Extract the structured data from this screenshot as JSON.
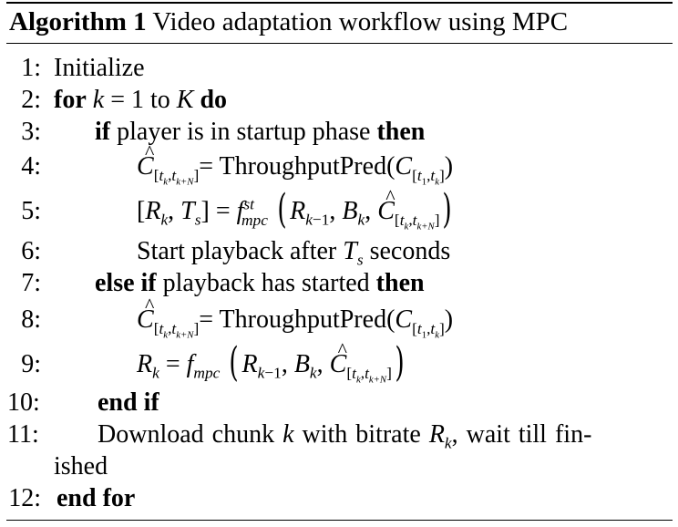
{
  "title": {
    "label": "Algorithm 1",
    "text": "Video adaptation workflow using MPC"
  },
  "lines": [
    {
      "num": "1:"
    },
    {
      "num": "2:"
    },
    {
      "num": "3:"
    },
    {
      "num": "4:"
    },
    {
      "num": "5:"
    },
    {
      "num": "6:"
    },
    {
      "num": "7:"
    },
    {
      "num": "8:"
    },
    {
      "num": "9:"
    },
    {
      "num": "10:"
    },
    {
      "num": "11:"
    },
    {
      "num": "12:"
    }
  ],
  "text": {
    "initialize": "Initialize",
    "for_kw": "for",
    "to": "to",
    "do_kw": "do",
    "if_kw": "if",
    "startup_cond": "player is in startup phase",
    "then_kw": "then",
    "throughput_pred": "ThroughputPred",
    "start_playback": "Start playback after",
    "seconds": "seconds",
    "else_if_kw": "else if",
    "started_cond": "playback has started",
    "end_if": "end if",
    "download": "Download chunk",
    "with_bitrate": "with bitrate",
    "wait": ", wait till fin-",
    "ished": "ished",
    "end_for": "end for"
  }
}
